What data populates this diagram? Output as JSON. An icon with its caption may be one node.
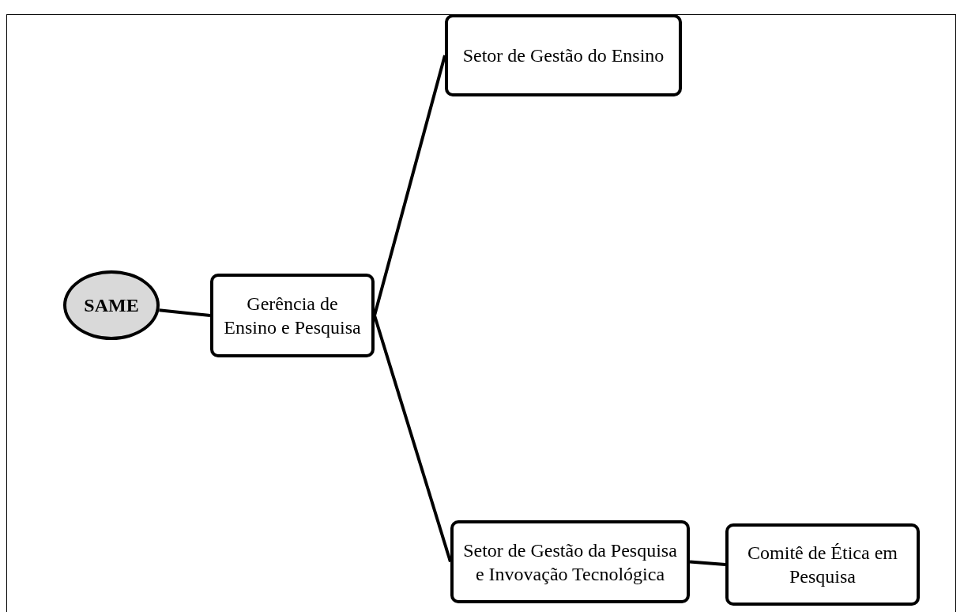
{
  "diagram": {
    "nodes": [
      {
        "text": [
          "SAME"
        ]
      },
      {
        "text": [
          "Gerência de Ensino e Pesquisa"
        ]
      },
      {
        "text": [
          "Setor de Gestão do Ensino"
        ]
      },
      {
        "text": [
          "Setor de Gestão da Pesquisa e Invovação Tecnológica"
        ]
      },
      {
        "text": [
          "Comitê de Ética em Pesquisa"
        ]
      }
    ],
    "edges": [
      {
        "from": 0,
        "to": 1,
        "arrow": "none"
      },
      {
        "from": 1,
        "to": 2,
        "arrow": "none"
      },
      {
        "from": 1,
        "to": 3,
        "arrow": "none"
      },
      {
        "from": 3,
        "to": 4,
        "arrow": "none"
      }
    ]
  }
}
